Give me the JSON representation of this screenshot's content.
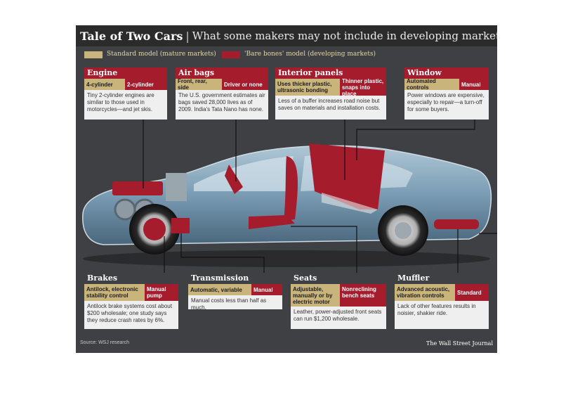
{
  "header": {
    "title": "Tale of Two Cars",
    "separator": "|",
    "subtitle": "What some makers may not include in developing markets"
  },
  "legend": {
    "standard": "Standard model (mature markets)",
    "bare_bones": "'Bare bones' model (developing markets)",
    "standard_color": "#c9b57c",
    "bare_bones_color": "#a51c2c"
  },
  "cards": {
    "engine": {
      "title": "Engine",
      "standard": "4-cylinder",
      "bare": "2-cylinder",
      "desc": "Tiny 2-cylinder engines are similar to those used in motorcycles—and jet skis."
    },
    "airbags": {
      "title": "Air bags",
      "standard": "Front, rear, side",
      "bare": "Driver or none",
      "desc": "The U.S. government estimates air bags saved 28,000 lives as of 2009. India's Tata Nano has none."
    },
    "interior": {
      "title": "Interior panels",
      "standard": "Uses thicker plastic, ultrasonic bonding",
      "bare": "Thinner plastic, snaps into place",
      "desc": "Less of a buffer increases road noise but saves on materials and installation costs."
    },
    "window": {
      "title": "Window",
      "standard": "Automated controls",
      "bare": "Manual",
      "desc": "Power windows are expensive, especially to repair—a turn-off for some buyers."
    },
    "brakes": {
      "title": "Brakes",
      "standard": "Antilock, electronic stability control",
      "bare": "Manual pump",
      "desc": "Antilock brake systems cost about $200 wholesale; one study says they reduce crash rates by 6%."
    },
    "transmission": {
      "title": "Transmission",
      "standard": "Automatic, variable",
      "bare": "Manual",
      "desc": "Manual costs less than half as much."
    },
    "seats": {
      "title": "Seats",
      "standard": "Adjustable, manually or by electric motor",
      "bare": "Nonreclining bench seats",
      "desc": "Leather, power-adjusted front seats can run $1,200 wholesale."
    },
    "muffler": {
      "title": "Muffler",
      "standard": "Advanced acoustic, vibration controls",
      "bare": "Standard",
      "desc": "Lack of other features results in noisier, shakier ride."
    }
  },
  "footer": {
    "source": "Source: WSJ research",
    "brand": "The Wall Street Journal"
  }
}
